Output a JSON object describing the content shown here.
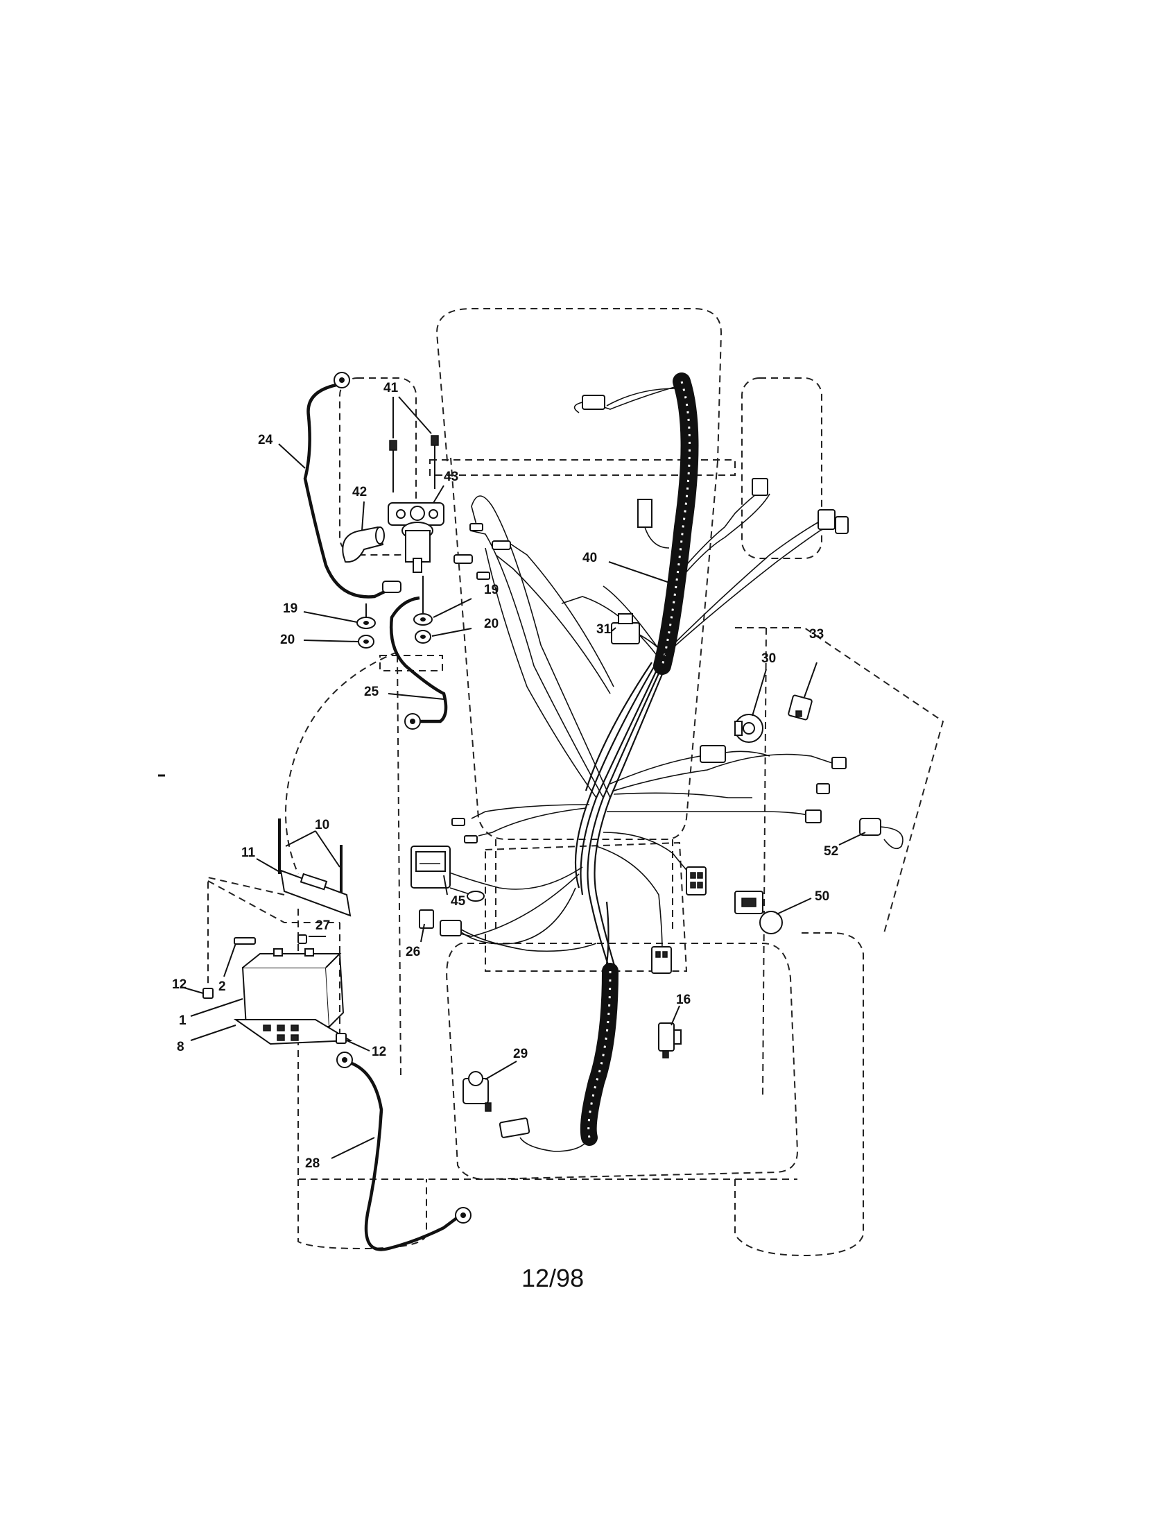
{
  "footer": {
    "date": "12/98"
  },
  "callouts": [
    {
      "id": "c24",
      "label": "24"
    },
    {
      "id": "c41",
      "label": "41"
    },
    {
      "id": "c42",
      "label": "42"
    },
    {
      "id": "c43",
      "label": "43"
    },
    {
      "id": "c19a",
      "label": "19"
    },
    {
      "id": "c20a",
      "label": "20"
    },
    {
      "id": "c19b",
      "label": "19"
    },
    {
      "id": "c20b",
      "label": "20"
    },
    {
      "id": "c25",
      "label": "25"
    },
    {
      "id": "c40",
      "label": "40"
    },
    {
      "id": "c31",
      "label": "31"
    },
    {
      "id": "c33",
      "label": "33"
    },
    {
      "id": "c30",
      "label": "30"
    },
    {
      "id": "c10",
      "label": "10"
    },
    {
      "id": "c11",
      "label": "11"
    },
    {
      "id": "c27",
      "label": "27"
    },
    {
      "id": "c12a",
      "label": "12"
    },
    {
      "id": "c2",
      "label": "2"
    },
    {
      "id": "c1",
      "label": "1"
    },
    {
      "id": "c8",
      "label": "8"
    },
    {
      "id": "c12b",
      "label": "12"
    },
    {
      "id": "c45",
      "label": "45"
    },
    {
      "id": "c26",
      "label": "26"
    },
    {
      "id": "c52",
      "label": "52"
    },
    {
      "id": "c50",
      "label": "50"
    },
    {
      "id": "c16",
      "label": "16"
    },
    {
      "id": "c29",
      "label": "29"
    },
    {
      "id": "c28",
      "label": "28"
    }
  ]
}
